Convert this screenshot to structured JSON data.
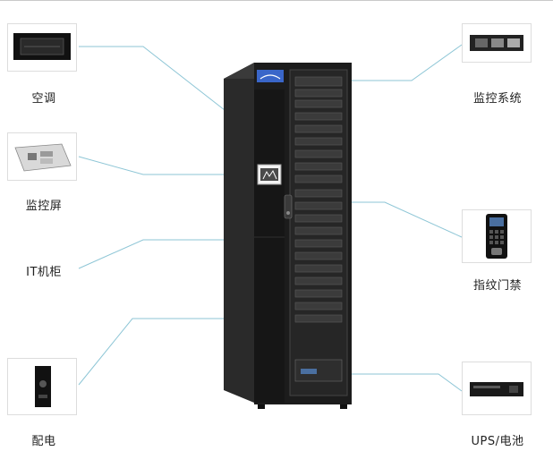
{
  "components": {
    "ac": {
      "label": "空调"
    },
    "monitor_screen": {
      "label": "监控屏"
    },
    "it_cabinet": {
      "label": "IT机柜"
    },
    "power_distribution": {
      "label": "配电"
    },
    "monitoring_system": {
      "label": "监控系统"
    },
    "fingerprint_access": {
      "label": "指纹门禁"
    },
    "ups_battery": {
      "label": "UPS/电池"
    }
  },
  "colors": {
    "leader_line": "#8ec6d6",
    "cabinet_body": "#1c1c1c",
    "cabinet_side": "#2a2a2a",
    "logo_blue": "#3a66c9"
  }
}
